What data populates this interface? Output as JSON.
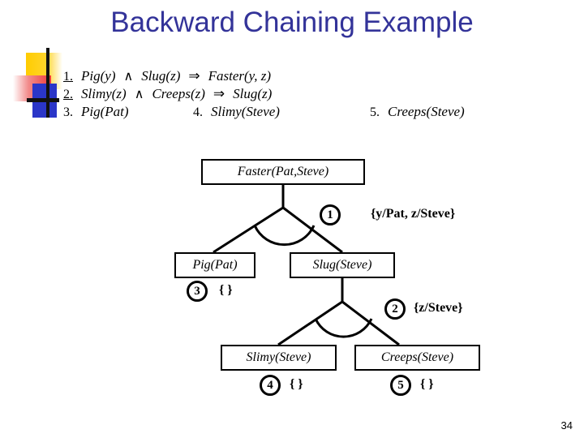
{
  "slide": {
    "title": "Backward Chaining Example",
    "page_number": "34",
    "background_color": "#ffffff",
    "title_color": "#333399"
  },
  "decoration": {
    "name": "slide-logo",
    "yellow": "#ffcc00",
    "red": "#ee3b3b",
    "blue": "#2b36c8",
    "bar": "#111111"
  },
  "knowledge_base": {
    "lines": [
      {
        "number": "1.",
        "underlined": true,
        "antecedent_1": "Pig(y)",
        "conjunction": "∧",
        "antecedent_2": "Slug(z)",
        "implication": "⇒",
        "consequent": "Faster(y, z)"
      },
      {
        "number": "2.",
        "underlined": true,
        "antecedent_1": "Slimy(z)",
        "conjunction": "∧",
        "antecedent_2": "Creeps(z)",
        "implication": "⇒",
        "consequent": "Slug(z)"
      },
      {
        "number": "3.",
        "underlined": false,
        "fact": "Pig(Pat)"
      },
      {
        "number": "4.",
        "underlined": false,
        "fact": "Slimy(Steve)"
      },
      {
        "number": "5.",
        "underlined": false,
        "fact": "Creeps(Steve)"
      }
    ]
  },
  "proof_tree": {
    "nodes": [
      {
        "id": "root",
        "label": "Faster(Pat,Steve)"
      },
      {
        "id": "pig",
        "label": "Pig(Pat)"
      },
      {
        "id": "slug",
        "label": "Slug(Steve)"
      },
      {
        "id": "slimy",
        "label": "Slimy(Steve)"
      },
      {
        "id": "creeps",
        "label": "Creeps(Steve)"
      }
    ],
    "rule_marks": [
      {
        "id": "mark1",
        "number": "1",
        "substitution": "{y/Pat, z/Steve}"
      },
      {
        "id": "mark3",
        "number": "3",
        "substitution": "{ }"
      },
      {
        "id": "mark2",
        "number": "2",
        "substitution": "{z/Steve}"
      },
      {
        "id": "mark4",
        "number": "4",
        "substitution": "{ }"
      },
      {
        "id": "mark5",
        "number": "5",
        "substitution": "{ }"
      }
    ]
  }
}
